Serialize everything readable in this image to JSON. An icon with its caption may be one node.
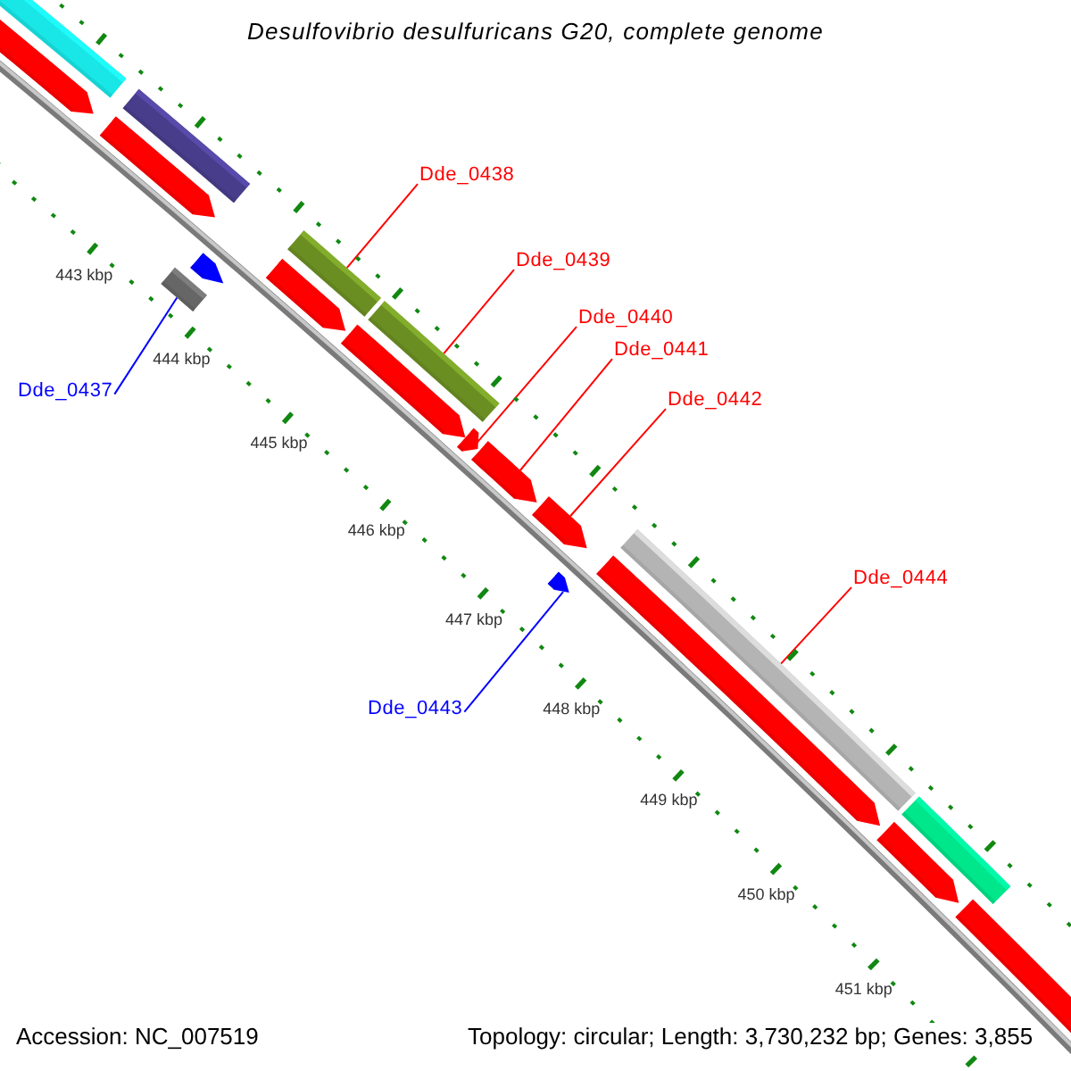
{
  "diagram": {
    "title": "Desulfovibrio desulfuricans G20, complete genome",
    "nodes": [
      {
        "text": [
          "Dde_0438"
        ]
      },
      {
        "text": [
          "Dde_0439"
        ]
      },
      {
        "text": [
          "Dde_0440"
        ]
      },
      {
        "text": [
          "Dde_0441"
        ]
      },
      {
        "text": [
          "Dde_0437"
        ]
      },
      {
        "text": [
          "Dde_0442"
        ]
      },
      {
        "text": [
          "Dde_0444"
        ]
      },
      {
        "text": [
          "Dde_0443"
        ]
      },
      {
        "text": [],
        "shape": "box"
      },
      {
        "text": [],
        "shape": "box"
      },
      {
        "text": [],
        "shape": "box"
      },
      {
        "text": [],
        "shape": "pentagon"
      },
      {
        "text": [],
        "shape": "pentagon"
      },
      {
        "text": [],
        "shape": "pentagon"
      },
      {
        "text": [],
        "shape": "pentagon"
      },
      {
        "text": [],
        "shape": "box"
      }
    ],
    "edges": [
      {
        "from": 0,
        "to": 9,
        "arrow": "none"
      },
      {
        "from": 1,
        "to": 10,
        "arrow": "none"
      },
      {
        "from": 2,
        "to": 11,
        "arrow": "none"
      },
      {
        "from": 3,
        "to": 12,
        "arrow": "none"
      },
      {
        "from": 4,
        "to": 8,
        "arrow": "none",
        "color": "#0000ff"
      },
      {
        "from": 5,
        "to": 13,
        "arrow": "none"
      },
      {
        "from": 6,
        "to": 15,
        "arrow": "none"
      },
      {
        "from": 7,
        "to": 14,
        "arrow": "none",
        "color": "#0000ff"
      }
    ],
    "labels": [
      "443 kbp",
      "444 kbp",
      "445 kbp",
      "446 kbp",
      "447 kbp",
      "448 kbp",
      "449 kbp",
      "450 kbp",
      "451 kbp",
      "Accession: NC_007519",
      "Topology: circular; Length: 3,730,232 bp; Genes: 3,855"
    ]
  }
}
